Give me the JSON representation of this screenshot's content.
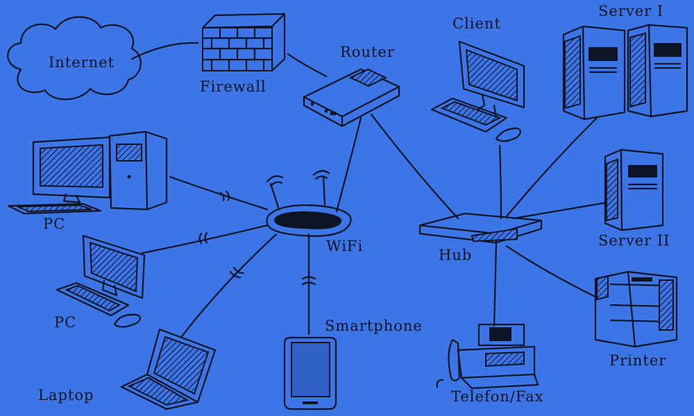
{
  "colors": {
    "background": "#3d74e6",
    "ink": "#0d1424",
    "phone_screen": "#2f62c7"
  },
  "labels": {
    "internet": "Internet",
    "firewall": "Firewall",
    "router": "Router",
    "client": "Client",
    "server_1": "Server I",
    "server_2": "Server II",
    "pc_1": "PC",
    "pc_2": "PC",
    "wifi": "WiFi",
    "hub": "Hub",
    "smartphone": "Smartphone",
    "laptop": "Laptop",
    "telefon_fax": "Telefon/Fax",
    "printer": "Printer"
  },
  "icons": [
    "cloud-icon",
    "firewall-icon",
    "router-icon",
    "client-computer-icon",
    "server-icon",
    "pc-icon",
    "wifi-router-icon",
    "hub-icon",
    "smartphone-icon",
    "laptop-icon",
    "fax-icon",
    "printer-icon"
  ]
}
